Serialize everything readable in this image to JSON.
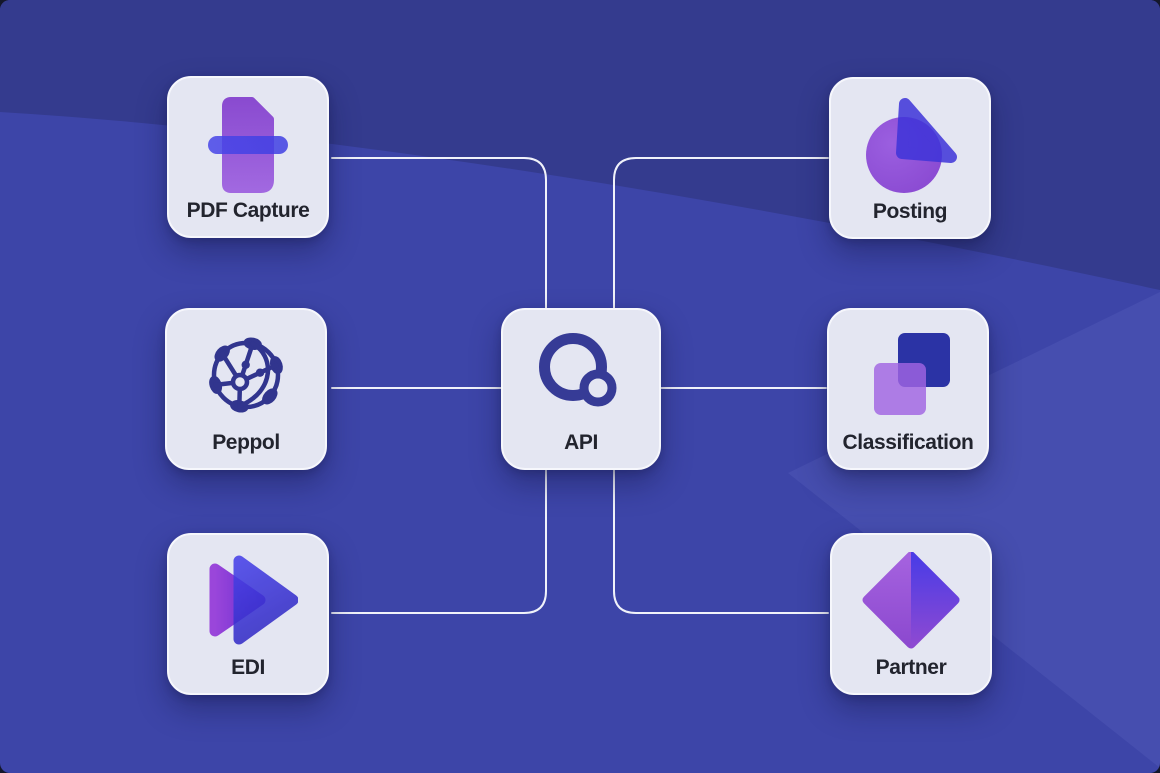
{
  "diagram": {
    "type": "hub-and-spoke-integration-diagram",
    "nodes": {
      "pdf_capture": {
        "label": "PDF Capture",
        "icon": "pdf-scan-document-icon",
        "position": "top-left"
      },
      "peppol": {
        "label": "Peppol",
        "icon": "globe-network-icon",
        "position": "middle-left"
      },
      "edi": {
        "label": "EDI",
        "icon": "double-triangle-fast-forward-icon",
        "position": "bottom-left"
      },
      "api": {
        "label": "API",
        "icon": "two-circles-logo-icon",
        "position": "center"
      },
      "posting": {
        "label": "Posting",
        "icon": "pie-chart-slice-icon",
        "position": "top-right"
      },
      "classification": {
        "label": "Classification",
        "icon": "overlapping-squares-icon",
        "position": "middle-right"
      },
      "partner": {
        "label": "Partner",
        "icon": "split-diamond-icon",
        "position": "bottom-right"
      }
    },
    "connections": [
      {
        "from": "pdf_capture",
        "to": "api"
      },
      {
        "from": "peppol",
        "to": "api"
      },
      {
        "from": "edi",
        "to": "api"
      },
      {
        "from": "api",
        "to": "posting"
      },
      {
        "from": "api",
        "to": "classification"
      },
      {
        "from": "api",
        "to": "partner"
      }
    ]
  },
  "colors": {
    "background_base": "#3d45a8",
    "background_top_dark": "#343b8e",
    "card_background": "#e4e6f2",
    "card_border": "#f6f7fc",
    "connector_line": "#f0f2fa",
    "label_text": "#22242e",
    "icon_purple": "#9254d6",
    "icon_violet": "#7c3ad2",
    "icon_blue": "#3e35d8",
    "icon_dark_blue_square": "#2b33a5",
    "icon_indigo_outline": "#31358e",
    "api_logo_indigo": "#363b96"
  }
}
